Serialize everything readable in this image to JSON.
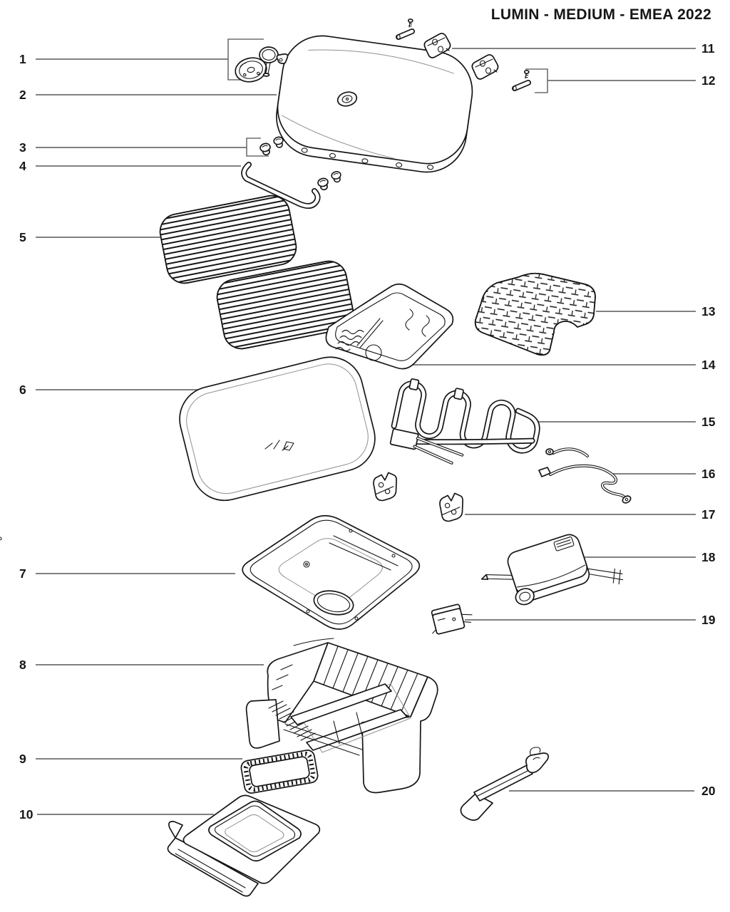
{
  "title": "LUMIN - MEDIUM - EMEA 2022",
  "colors": {
    "line": "#161616",
    "leader": "#6f6f6f",
    "background": "#ffffff"
  },
  "callouts": [
    {
      "number": "1",
      "part": "damper-thermometer-assembly"
    },
    {
      "number": "2",
      "part": "lid"
    },
    {
      "number": "3",
      "part": "lid-bumpers"
    },
    {
      "number": "4",
      "part": "lid-handle"
    },
    {
      "number": "5",
      "part": "cooking-grates"
    },
    {
      "number": "6",
      "part": "heat-diffuser-plate"
    },
    {
      "number": "7",
      "part": "cookbox"
    },
    {
      "number": "8",
      "part": "base-frame"
    },
    {
      "number": "9",
      "part": "drip-pan"
    },
    {
      "number": "10",
      "part": "slide-out-tray"
    },
    {
      "number": "11",
      "part": "hinge-brackets"
    },
    {
      "number": "12",
      "part": "hinge-pin-and-screw"
    },
    {
      "number": "13",
      "part": "crisping-basket-plate"
    },
    {
      "number": "14",
      "part": "steaming-tray"
    },
    {
      "number": "15",
      "part": "heating-element"
    },
    {
      "number": "16",
      "part": "wiring-cable"
    },
    {
      "number": "17",
      "part": "mounting-brackets"
    },
    {
      "number": "18",
      "part": "control-unit"
    },
    {
      "number": "19",
      "part": "switch"
    },
    {
      "number": "20",
      "part": "scraper-tool"
    }
  ]
}
